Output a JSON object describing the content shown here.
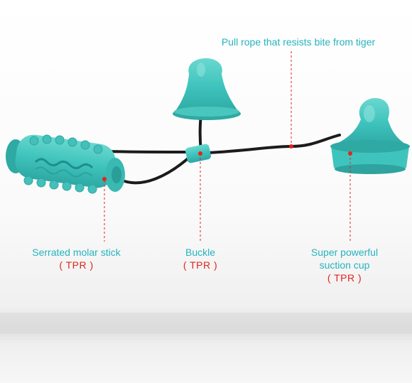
{
  "colors": {
    "accent_text": "#25b3be",
    "material_text": "#e2241b",
    "toy_body": "#3fc4bd",
    "rope": "#1a1a1a",
    "leader_line": "#e2241b"
  },
  "annotations": {
    "rope": {
      "label": "Pull rope that resists bite from tiger"
    },
    "molar_stick": {
      "label": "Serrated molar stick",
      "material": "( TPR )"
    },
    "buckle": {
      "label": "Buckle",
      "material": "( TPR )"
    },
    "suction_cup": {
      "line1": "Super powerful",
      "line2": "suction cup",
      "material": "( TPR )"
    }
  }
}
